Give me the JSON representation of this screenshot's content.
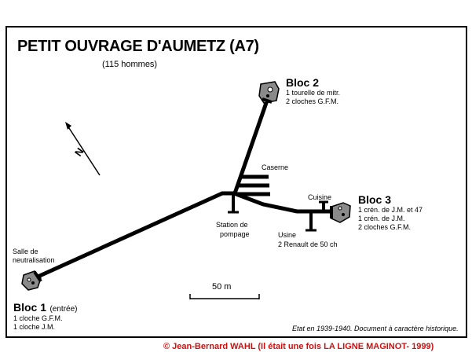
{
  "title": "PETIT OUVRAGE D'AUMETZ (A7)",
  "subtitle": "(115 hommes)",
  "compass": {
    "label": "N"
  },
  "bloc2": {
    "name": "Bloc 2",
    "details": [
      "1 tourelle de mitr.",
      "2 cloches G.F.M."
    ]
  },
  "bloc3": {
    "name": "Bloc 3",
    "details": [
      "1 crén. de J.M. et 47",
      "1 crén. de J.M.",
      "2 cloches G.F.M."
    ]
  },
  "bloc1": {
    "name": "Bloc 1",
    "suffix": "(entrée)",
    "details": [
      "1 cloche G.F.M.",
      "1 cloche J.M."
    ]
  },
  "labels": {
    "caserne": "Caserne",
    "cuisine": "Cuisine",
    "station": [
      "Station de",
      "pompage"
    ],
    "usine": [
      "Usine",
      "2 Renault de 50 ch"
    ],
    "salle": [
      "Salle de",
      "neutralisation"
    ]
  },
  "scale": {
    "label": "50 m"
  },
  "note": "Etat en 1939-1940. Document à caractère historique.",
  "credit": "© Jean-Bernard WAHL (Il était une fois LA LIGNE MAGINOT- 1999)"
}
